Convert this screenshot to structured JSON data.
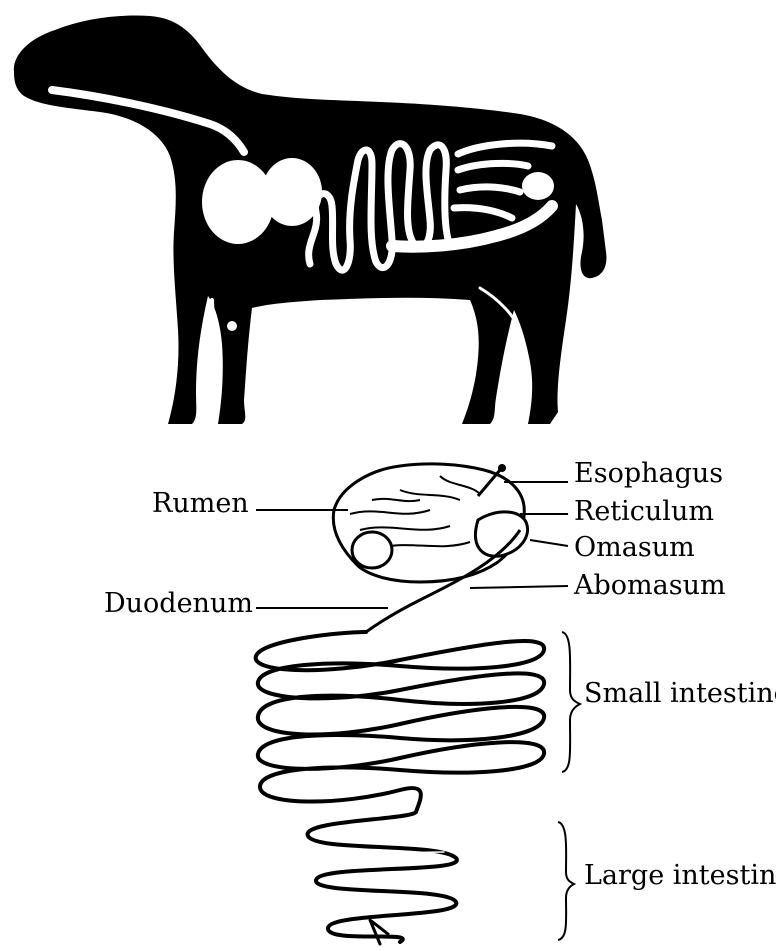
{
  "labels": {
    "esophagus": "Esophagus",
    "rumen": "Rumen",
    "reticulum": "Reticulum",
    "omasum": "Omasum",
    "abomasum": "Abomasum",
    "duodenum": "Duodenum",
    "small_intestine": "Small intestine",
    "large_intestine": "Large intestine"
  },
  "colors": {
    "silhouette": "#000000",
    "organ": "#ffffff",
    "ink": "#000000"
  }
}
